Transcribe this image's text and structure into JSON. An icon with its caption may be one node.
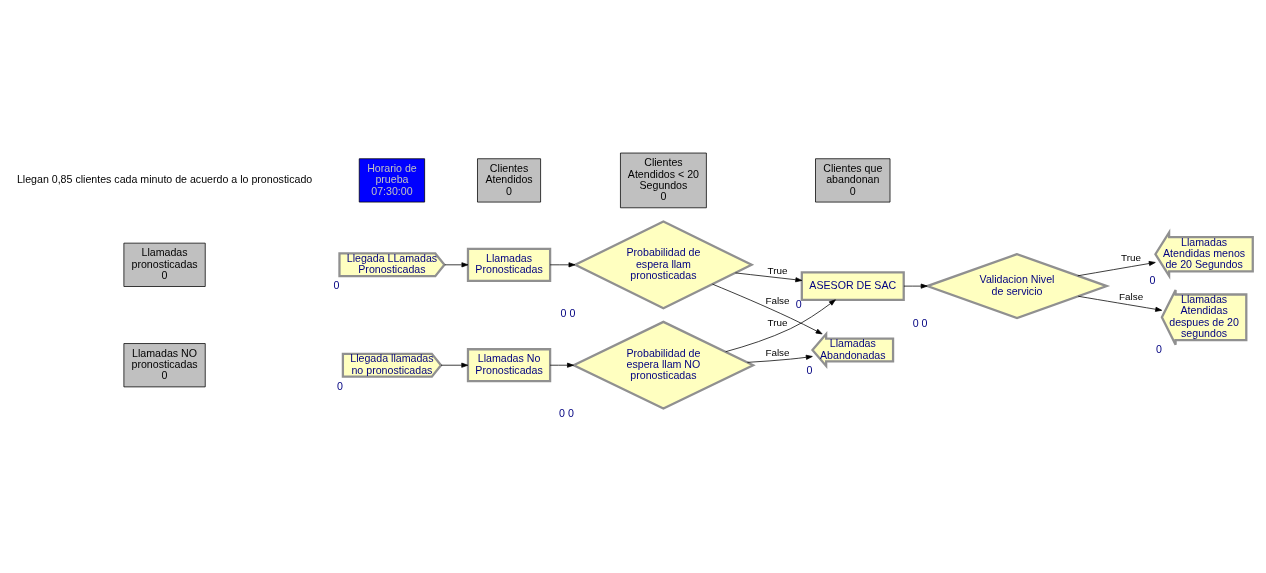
{
  "diagram": {
    "nodes": [
      {
        "text": [
          "Llegada LLamadas Pronosticadas"
        ],
        "beside": [
          "0"
        ]
      },
      {
        "text": [
          "Llamadas Pronosticadas"
        ]
      },
      {
        "text": [
          "Probabilidad de espera llam pronosticadas"
        ],
        "beside": [
          "0",
          "0"
        ]
      },
      {
        "text": [
          "ASESOR DE SAC"
        ],
        "beside": [
          "0"
        ]
      },
      {
        "text": [
          "Validacion Nivel de servicio"
        ],
        "beside": [
          "0",
          "0"
        ]
      },
      {
        "text": [
          "Llamadas Atendidas menos de 20 Segundos"
        ],
        "beside": [
          "0"
        ]
      },
      {
        "text": [
          "Llamadas Atendidas despues de 20 segundos"
        ],
        "beside": [
          "0"
        ]
      },
      {
        "text": [
          "Llegada llamadas no pronosticadas"
        ],
        "beside": [
          "0"
        ]
      },
      {
        "text": [
          "Llamadas No Pronosticadas"
        ]
      },
      {
        "text": [
          "Probabilidad de espera llam NO pronosticadas"
        ],
        "beside": [
          "0",
          "0"
        ]
      },
      {
        "text": [
          "Llamadas Abandonadas"
        ],
        "beside": [
          "0"
        ]
      },
      {
        "text": [
          "Horario de prueba",
          "07:30:00"
        ]
      },
      {
        "text": [
          "Clientes Atendidos",
          "0"
        ]
      },
      {
        "text": [
          "Clientes Atendidos < 20 Segundos",
          "0"
        ]
      },
      {
        "text": [
          "Clientes que abandonan",
          "0"
        ]
      },
      {
        "text": [
          "Llamadas pronosticadas",
          "0"
        ]
      },
      {
        "text": [
          "Llamadas NO pronosticadas",
          "0"
        ]
      }
    ],
    "edges": [
      {
        "from": 0,
        "to": 1,
        "arrow": "to"
      },
      {
        "from": 1,
        "to": 2,
        "arrow": "to"
      },
      {
        "from": 2,
        "to": 3,
        "arrow": "to",
        "label": "True"
      },
      {
        "from": 2,
        "to": 10,
        "arrow": "to",
        "label": "False"
      },
      {
        "from": 3,
        "to": 4,
        "arrow": "to"
      },
      {
        "from": 4,
        "to": 5,
        "arrow": "to",
        "label": "True"
      },
      {
        "from": 4,
        "to": 6,
        "arrow": "to",
        "label": "False"
      },
      {
        "from": 7,
        "to": 8,
        "arrow": "to"
      },
      {
        "from": 8,
        "to": 9,
        "arrow": "to"
      },
      {
        "from": 9,
        "to": 3,
        "arrow": "to",
        "label": "True"
      },
      {
        "from": 9,
        "to": 10,
        "arrow": "to",
        "label": "False"
      }
    ],
    "labels": [
      "Llegan 0,85 clientes cada minuto de acuerdo a lo pronosticado"
    ]
  }
}
